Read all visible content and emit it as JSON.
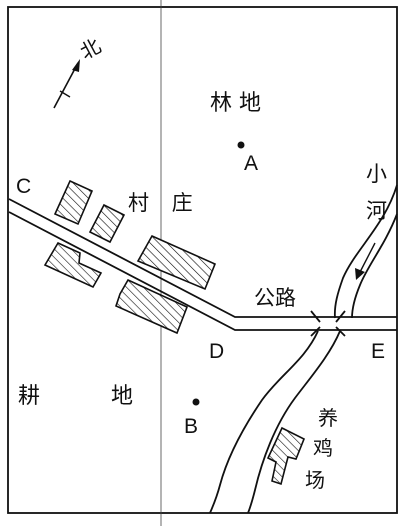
{
  "compass": {
    "label": "北",
    "icon": "north-arrow-icon"
  },
  "regions": {
    "forest": "林 地",
    "village": "村 庄",
    "farmland": "耕 地",
    "road": "公路",
    "river": [
      "小",
      "河"
    ],
    "chicken_farm": [
      "养",
      "鸡",
      "场"
    ]
  },
  "points": {
    "a": "A",
    "b": "B",
    "c": "C",
    "d": "D",
    "e": "E"
  },
  "colors": {
    "ink": "#111111",
    "background": "#ffffff"
  }
}
